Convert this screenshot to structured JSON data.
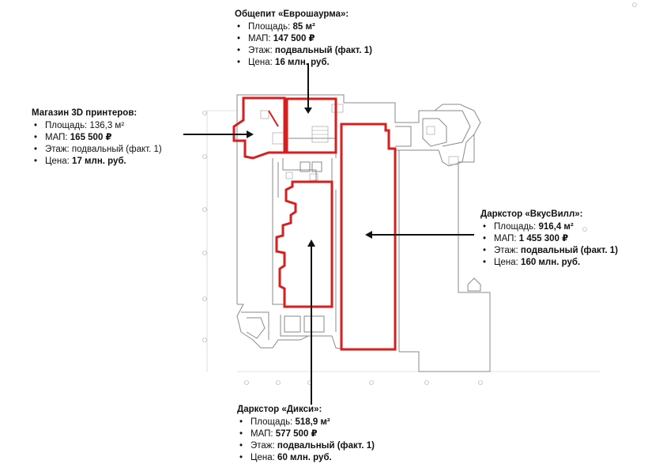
{
  "unit_area": "м²",
  "cards": [
    {
      "id": "evroshaurma",
      "title": "Общепит «Еврошаурма»:",
      "items": [
        {
          "label": "Площадь: ",
          "value": "85 м²"
        },
        {
          "label": "МАП: ",
          "value": "147 500 ₽"
        },
        {
          "label": "Этаж: ",
          "value": "подвальный (факт. 1)"
        },
        {
          "label": "Цена: ",
          "value": "16 млн. руб."
        }
      ]
    },
    {
      "id": "printers",
      "title": "Магазин 3D принтеров:",
      "items": [
        {
          "label": "Площадь: ",
          "value": "136,3 м²",
          "plain": true
        },
        {
          "label": "МАП: ",
          "value": "165 500 ₽"
        },
        {
          "label": "Этаж: ",
          "value": "подвальный (факт. 1)",
          "plain": true
        },
        {
          "label": "Цена: ",
          "value": "17 млн. руб."
        }
      ]
    },
    {
      "id": "vkusvill",
      "title": "Даркстор «ВкусВилл»:",
      "items": [
        {
          "label": "Площадь: ",
          "value": "916,4 м²"
        },
        {
          "label": "МАП: ",
          "value": "1 455 300 ₽"
        },
        {
          "label": "Этаж: ",
          "value": "подвальный (факт. 1)"
        },
        {
          "label": "Цена: ",
          "value": "160 млн. руб."
        }
      ]
    },
    {
      "id": "dixi",
      "title": "Даркстор «Дикси»:",
      "items": [
        {
          "label": "Площадь: ",
          "value": "518,9 м²"
        },
        {
          "label": "МАП: ",
          "value": "577 500 ₽"
        },
        {
          "label": "Этаж: ",
          "value": "подвальный (факт. 1)"
        },
        {
          "label": "Цена: ",
          "value": "60 млн. руб."
        }
      ]
    }
  ],
  "colors": {
    "highlight": "#d81e1e",
    "plan_line": "#8a8a8a",
    "arrow": "#111111"
  }
}
